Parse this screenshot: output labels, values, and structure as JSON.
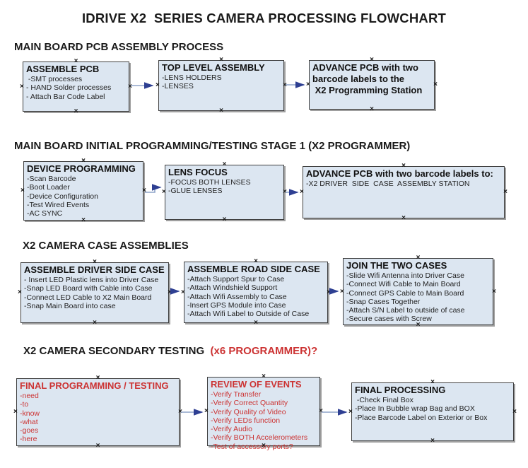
{
  "title": "IDRIVE X2  SERIES CAMERA PROCESSING FLOWCHART",
  "colors": {
    "box_fill": "#dce6f1",
    "box_border": "#3f3f3f",
    "box_shadow": "#9f9f9f",
    "arrow_line": "#8ea4c8",
    "arrow_head": "#2e3f92",
    "red_text": "#cc3333",
    "black_text": "#1a1a1a",
    "background": "#ffffff"
  },
  "icons": {
    "anchor_marker": "×"
  },
  "sections": [
    {
      "heading": "MAIN BOARD PCB ASSEMBLY PROCESS",
      "boxes": [
        {
          "title": "ASSEMBLE PCB",
          "items": [
            " -SMT processes",
            "- HAND Solder processes",
            "- Attach Bar Code Label"
          ]
        },
        {
          "title": "TOP LEVEL ASSEMBLY",
          "items": [
            "-LENS HOLDERS",
            "-LENSES"
          ]
        },
        {
          "title": "ADVANCE PCB with two\nbarcode labels to the\n X2 Programming Station",
          "items": []
        }
      ]
    },
    {
      "heading": "MAIN BOARD INITIAL PROGRAMMING/TESTING STAGE 1 (X2 PROGRAMMER)",
      "boxes": [
        {
          "title": "DEVICE PROGRAMMING",
          "items": [
            "-Scan Barcode",
            "-Boot Loader",
            "-Device Configuration",
            "-Test Wired Events",
            "-AC SYNC"
          ]
        },
        {
          "title": "LENS FOCUS",
          "items": [
            "-FOCUS BOTH LENSES",
            "-GLUE LENSES"
          ]
        },
        {
          "title": "ADVANCE PCB with two barcode labels to:",
          "items": [
            "-X2 DRIVER  SIDE  CASE  ASSEMBLY STATION"
          ]
        }
      ]
    },
    {
      "heading": "X2 CAMERA CASE ASSEMBLIES",
      "boxes": [
        {
          "title": "ASSEMBLE DRIVER SIDE CASE",
          "items": [
            "- Insert LED Plastic lens into Driver Case",
            "-Snap LED Board with Cable into Case",
            "-Connect LED Cable to X2 Main Board",
            "-Snap Main Board into case"
          ]
        },
        {
          "title": "ASSEMBLE ROAD SIDE CASE",
          "items": [
            "-Attach Support Spur to Case",
            "-Attach Windshield Support",
            "-Attach Wifi Assembly to Case",
            "-Insert GPS Module into Case",
            "-Attach Wifi Label to Outside of Case"
          ]
        },
        {
          "title": "JOIN THE TWO CASES",
          "items": [
            "-Slide Wifi Antenna into Driver Case",
            "-Connect Wifi Cable to Main Board",
            "-Connect GPS Cable to Main Board",
            "-Snap Cases Together",
            "-Attach S/N Label to outside of case",
            "-Secure cases with Screw"
          ]
        }
      ]
    },
    {
      "heading": "X2 CAMERA SECONDARY TESTING  ",
      "heading_red": "(x6 PROGRAMMER)?",
      "boxes": [
        {
          "title": "FINAL PROGRAMMING / TESTING",
          "items": [
            "-need",
            "-to",
            "-know",
            "-what",
            "-goes",
            "-here"
          ]
        },
        {
          "title": "REVIEW OF EVENTS",
          "items": [
            "-Verify Transfer",
            "-Verify Correct Quantity",
            "-Verify Quality of Video",
            "-Verify LEDs function",
            "-Verify Audio",
            "-Verify BOTH Accelerometers",
            "-Test of accessory ports?"
          ]
        },
        {
          "title": "FINAL PROCESSING",
          "items": [
            " -Check Final Box",
            "-Place In Bubble wrap Bag and BOX",
            "-Place Barcode Label on Exterior or Box"
          ]
        }
      ]
    }
  ]
}
